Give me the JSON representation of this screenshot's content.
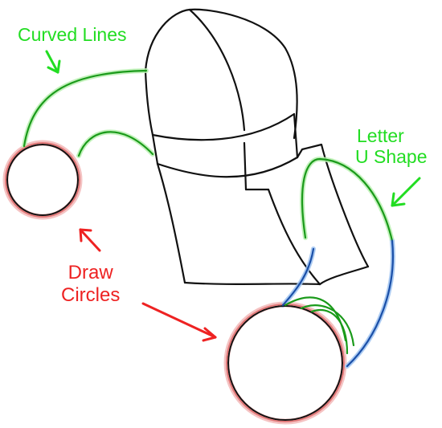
{
  "labels": {
    "curved_lines": "Curved Lines",
    "u_shape_line1": "Letter",
    "u_shape_line2": "U Shape",
    "draw_circles_line1": "Draw",
    "draw_circles_line2": "Circles"
  },
  "colors": {
    "ink": "#111111",
    "guide_green": "#1a9a1a",
    "highlight_green": "#b8f0b0",
    "circle_red": "#e07070",
    "circle_highlight": "#f3b8b8",
    "line_blue": "#1a4fa8",
    "blue_highlight": "#9ec3f0",
    "label_green": "#22dd22",
    "label_red": "#ee2222"
  }
}
